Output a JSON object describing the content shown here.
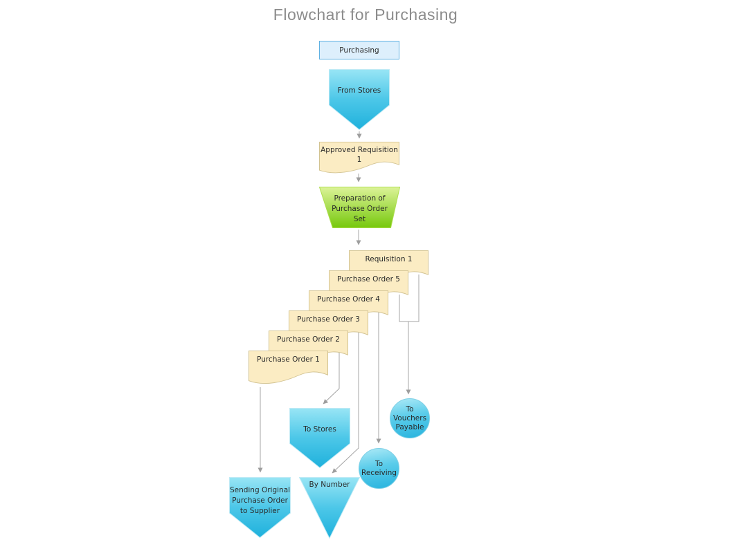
{
  "title": "Flowchart for Purchasing",
  "colors": {
    "title_text": "#8c8c8c",
    "label_text": "#2a2a2a",
    "process_fill": "#ddeffc",
    "process_border": "#5fb1e2",
    "cyan_top": "#8fe3f4",
    "cyan_bottom": "#1fb1dc",
    "document_fill": "#fbecc3",
    "document_border": "#d2c392",
    "green_top": "#d9f292",
    "green_bottom": "#76c80c",
    "connector_line": "#a5a5a5"
  },
  "nodes": {
    "purchasing": {
      "label": "Purchasing",
      "type": "process"
    },
    "from_stores": {
      "label": "From Stores",
      "type": "offpage-connector"
    },
    "approved_requisition": {
      "label": "Approved Requisition\n1",
      "type": "document"
    },
    "preparation": {
      "label": "Preparation of\nPurchase Order\nSet",
      "type": "manual-operation"
    },
    "requisition_1": {
      "label": "Requisition 1",
      "type": "document"
    },
    "purchase_order_5": {
      "label": "Purchase Order 5",
      "type": "document"
    },
    "purchase_order_4": {
      "label": "Purchase Order 4",
      "type": "document"
    },
    "purchase_order_3": {
      "label": "Purchase Order 3",
      "type": "document"
    },
    "purchase_order_2": {
      "label": "Purchase Order 2",
      "type": "document"
    },
    "purchase_order_1": {
      "label": "Purchase Order 1",
      "type": "document"
    },
    "to_stores": {
      "label": "To Stores",
      "type": "offpage-connector"
    },
    "to_vouchers_payable": {
      "label": "To\nVouchers\nPayable",
      "type": "connector-circle"
    },
    "to_receiving": {
      "label": "To\nReceiving",
      "type": "connector-circle"
    },
    "by_number": {
      "label": "By Number",
      "type": "sort-triangle"
    },
    "sending_original": {
      "label": "Sending Original\nPurchase Order\nto Supplier",
      "type": "offpage-connector"
    }
  }
}
